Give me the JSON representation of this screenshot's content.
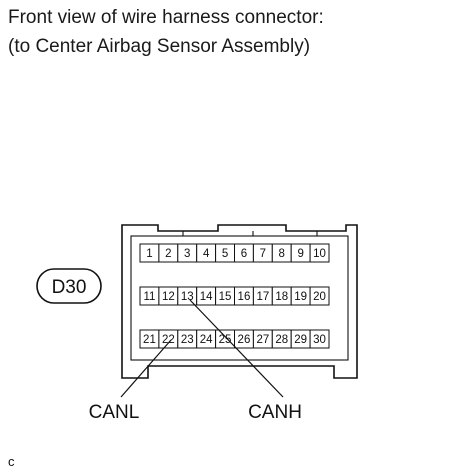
{
  "title": {
    "line1": "Front view of wire harness connector:",
    "line2": "(to Center Airbag Sensor Assembly)"
  },
  "connector": {
    "code": "D30",
    "rows": [
      [
        "1",
        "2",
        "3",
        "4",
        "5",
        "6",
        "7",
        "8",
        "9",
        "10"
      ],
      [
        "11",
        "12",
        "13",
        "14",
        "15",
        "16",
        "17",
        "18",
        "19",
        "20"
      ],
      [
        "21",
        "22",
        "23",
        "24",
        "25",
        "26",
        "27",
        "28",
        "29",
        "30"
      ]
    ]
  },
  "leaders": {
    "canl": {
      "label": "CANL",
      "pin": "22"
    },
    "canh": {
      "label": "CANH",
      "pin": "13"
    }
  },
  "footer": "c"
}
